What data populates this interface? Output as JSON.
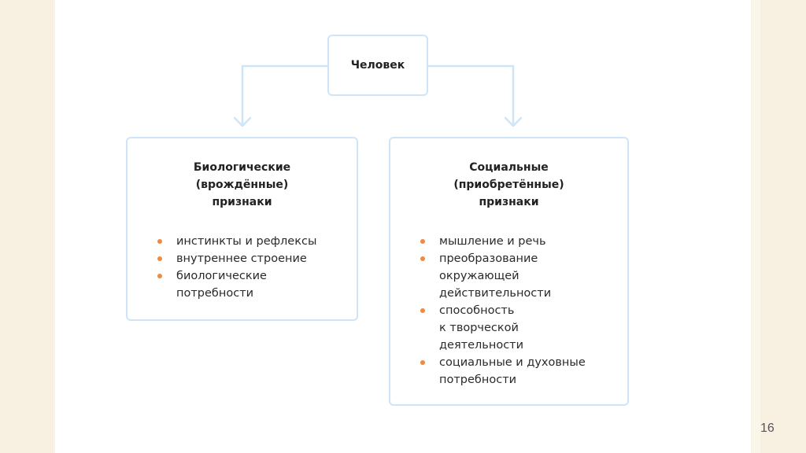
{
  "colors": {
    "box_border": "#cfe5f7",
    "bullet": "#f08a3c",
    "background_stripe": "#f8f0e0"
  },
  "diagram": {
    "root": {
      "label": "Человек"
    },
    "left": {
      "title": "Биологические\n(врождённые)\nпризнаки",
      "items": [
        "инстинкты и рефлексы",
        "внутреннее строение",
        "биологические\nпотребности"
      ]
    },
    "right": {
      "title": "Социальные\n(приобретённые)\nпризнаки",
      "items": [
        "мышление и речь",
        "преобразование\nокружающей\nдействительности",
        "способность\nк творческой\nдеятельности",
        "социальные и духовные\nпотребности"
      ]
    }
  },
  "page_number": "16"
}
